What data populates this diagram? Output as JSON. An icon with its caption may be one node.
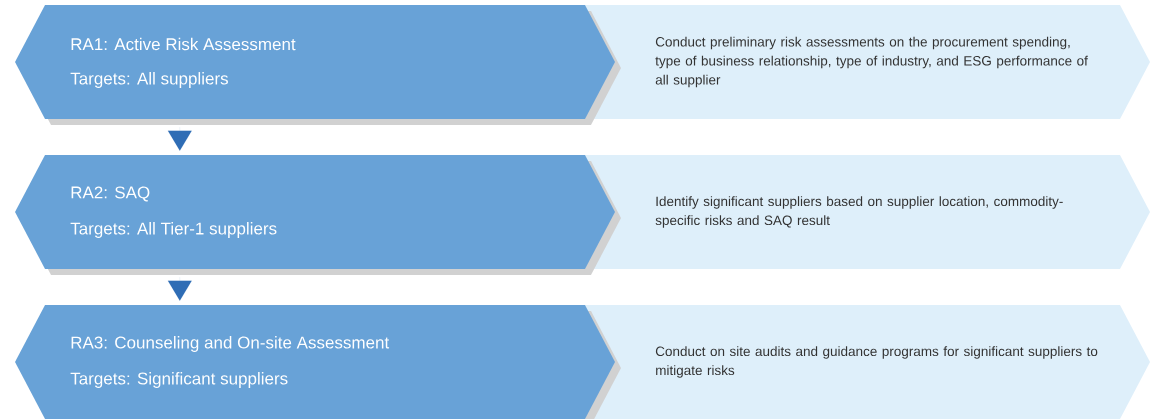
{
  "diagram": {
    "nodes": [
      {
        "text": [
          "RA1: Active Risk Assessment",
          "Targets: All suppliers"
        ]
      },
      {
        "text": [
          "Conduct preliminary risk assessments on the procurement spending, type of business relationship, type of industry, and ESG performance of all supplier"
        ]
      },
      {
        "text": [
          "RA2: SAQ",
          "Targets: All Tier-1 suppliers"
        ]
      },
      {
        "text": [
          "Identify significant suppliers based on supplier location, commodity-specific risks and SAQ result"
        ]
      },
      {
        "text": [
          "RA3: Counseling and On-site Assessment",
          "Targets: Significant suppliers"
        ]
      },
      {
        "text": [
          "Conduct on site audits and guidance programs for significant suppliers to mitigate risks"
        ]
      }
    ],
    "edges": [
      {
        "from": 0,
        "to": 2,
        "arrow": "to"
      },
      {
        "from": 2,
        "to": 4,
        "arrow": "to"
      }
    ]
  }
}
